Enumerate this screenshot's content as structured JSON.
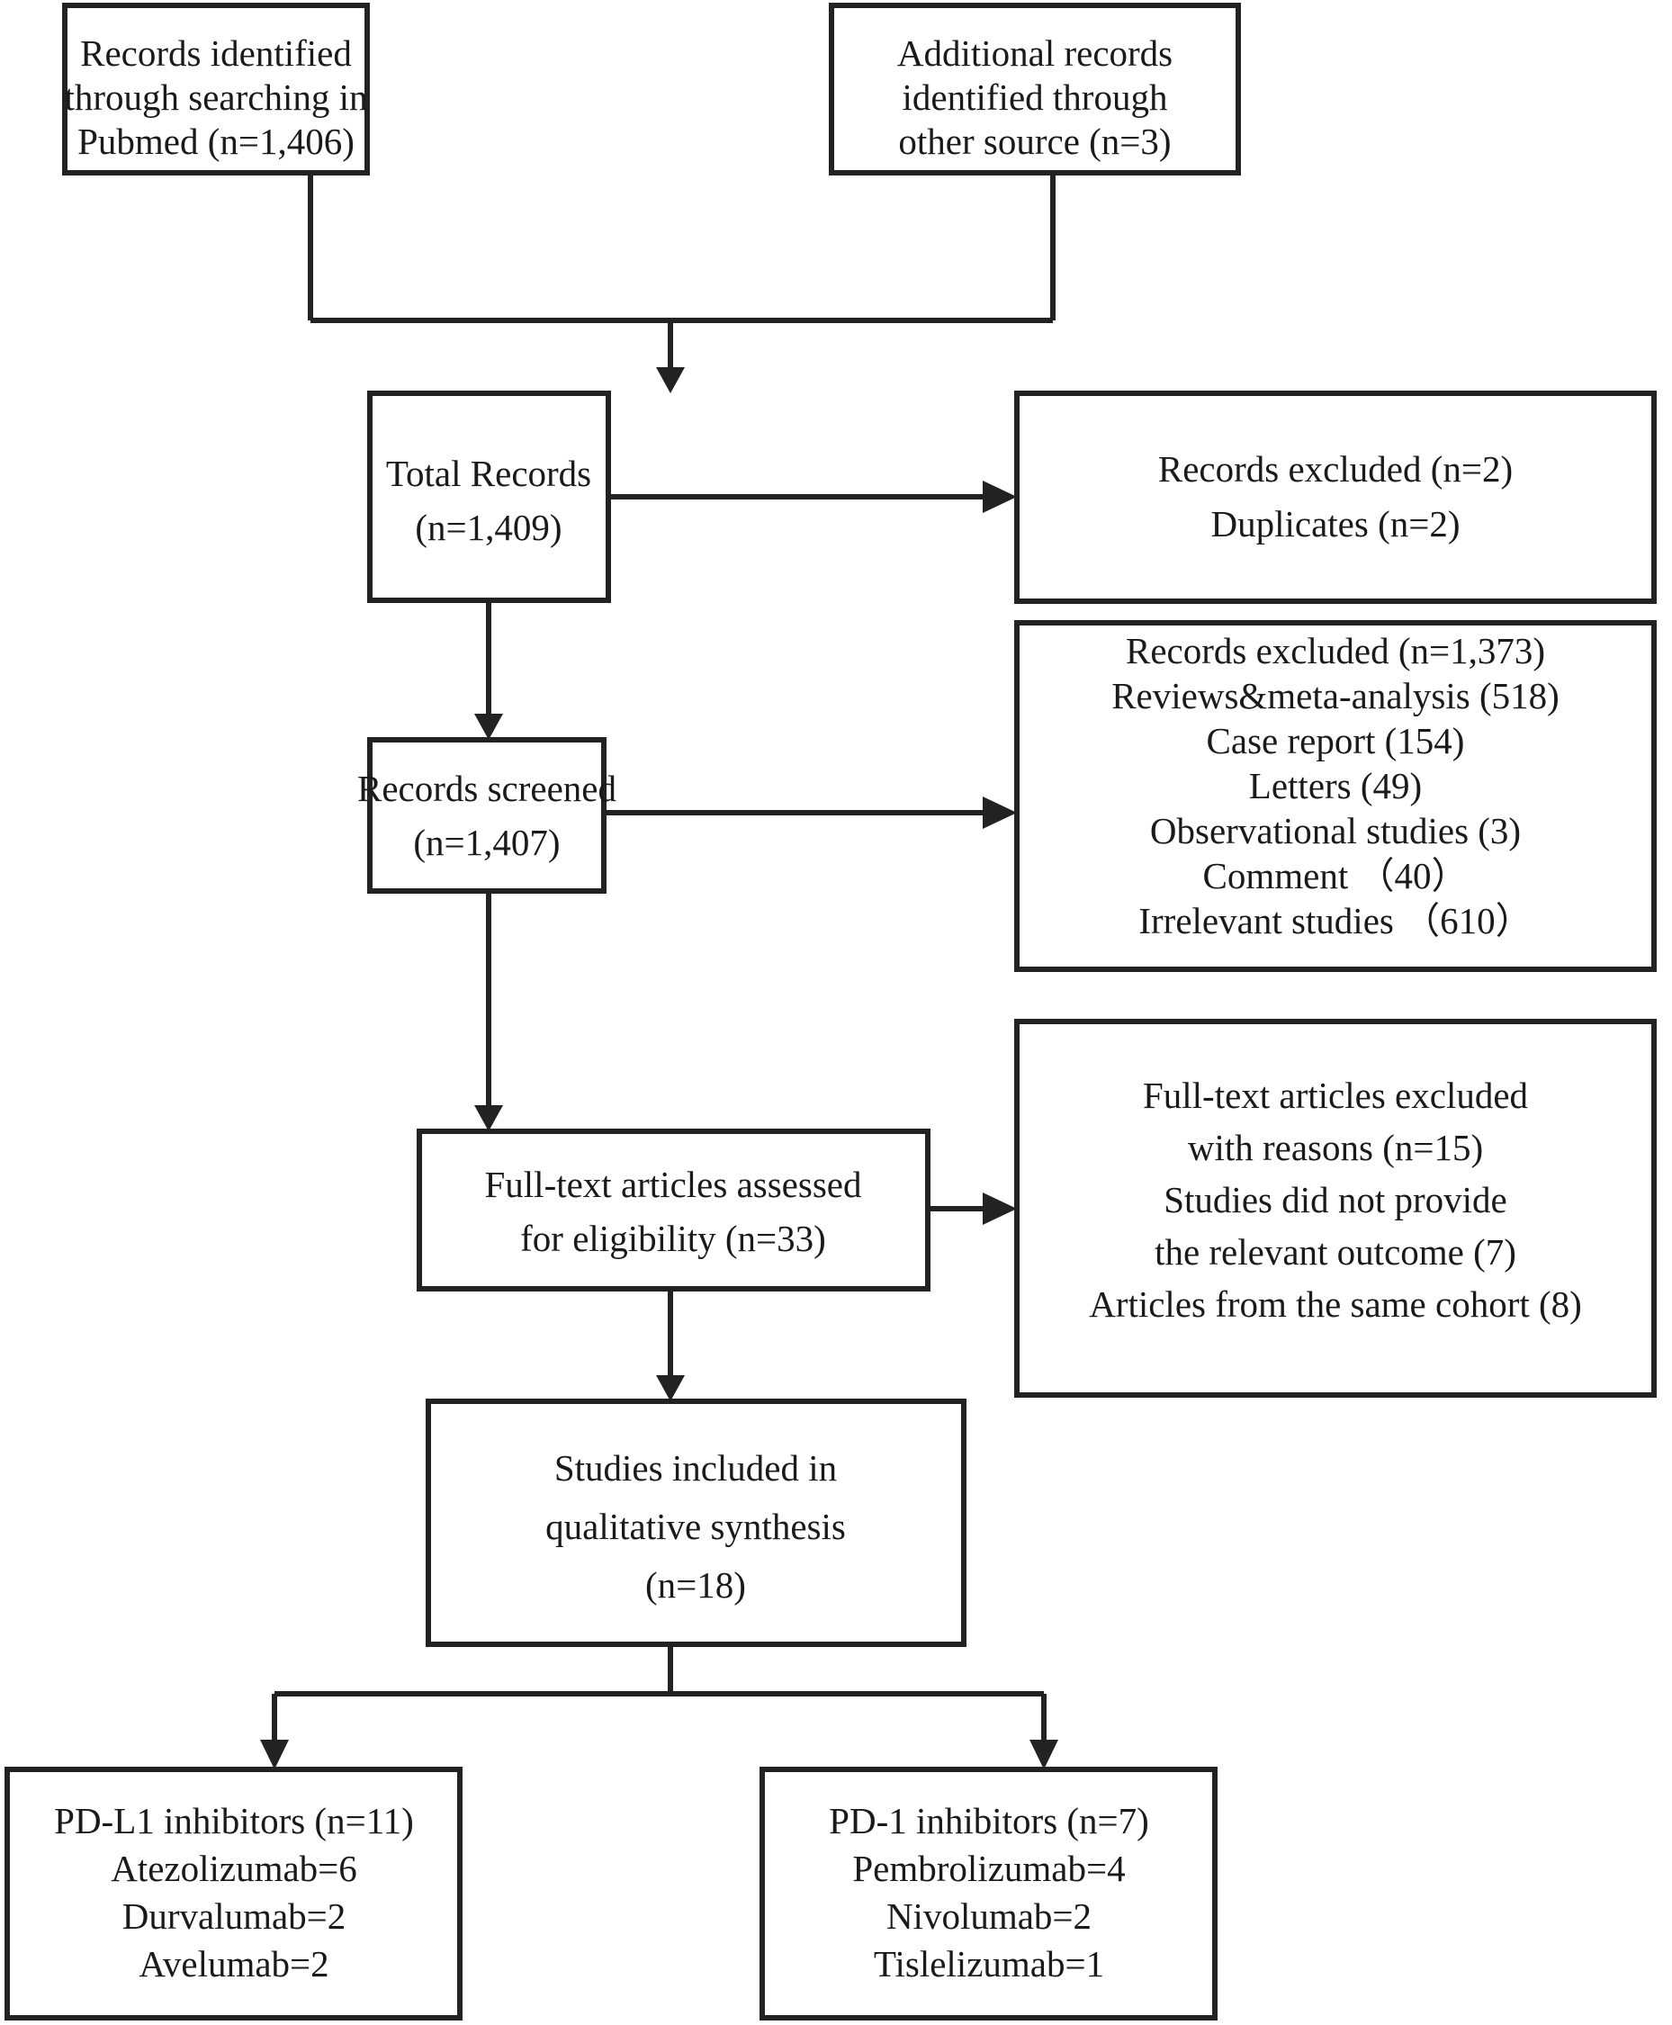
{
  "diagram": {
    "title": "PRISMA study selection flow diagram",
    "type": "flowchart",
    "colors": {
      "box_border": "#222222",
      "box_fill": "#ffffff",
      "text": "#1a1a1a",
      "connector": "#222222"
    },
    "nodes": {
      "records_identified": {
        "name": "records-identified-pubmed",
        "lines": [
          "Records identified",
          "through searching in",
          "Pubmed (n=1,406)"
        ]
      },
      "additional_records": {
        "name": "additional-records-other-source",
        "lines": [
          "Additional records",
          "identified through",
          "other source (n=3)"
        ]
      },
      "total_records": {
        "name": "total-records",
        "lines": [
          "Total Records",
          "(n=1,409)"
        ]
      },
      "records_excluded_duplicates": {
        "name": "records-excluded-duplicates",
        "lines": [
          "Records excluded (n=2)",
          "Duplicates (n=2)"
        ]
      },
      "records_screened": {
        "name": "records-screened",
        "lines": [
          "Records screened",
          "(n=1,407)"
        ]
      },
      "records_excluded_reasons": {
        "name": "records-excluded-screening",
        "lines": [
          "Records excluded (n=1,373)",
          "Reviews&meta-analysis (518)",
          "Case report (154)",
          "Letters (49)",
          "Observational studies (3)",
          "Comment （40）",
          "Irrelevant studies （610）"
        ]
      },
      "fulltext_assessed": {
        "name": "full-text-articles-assessed",
        "lines": [
          "Full-text articles assessed",
          "for eligibility (n=33)"
        ]
      },
      "fulltext_excluded": {
        "name": "full-text-articles-excluded",
        "lines": [
          "Full-text articles excluded",
          "with reasons (n=15)",
          "Studies did not provide",
          "the  relevant outcome (7)",
          "Articles from the same cohort (8)"
        ]
      },
      "studies_included": {
        "name": "studies-included-qualitative-synthesis",
        "lines": [
          "Studies included in",
          "qualitative synthesis",
          "(n=18)"
        ]
      },
      "pdl1_inhibitors": {
        "name": "pdl1-inhibitors-group",
        "lines": [
          "PD-L1 inhibitors (n=11)",
          "Atezolizumab=6",
          "Durvalumab=2",
          "Avelumab=2"
        ]
      },
      "pd1_inhibitors": {
        "name": "pd1-inhibitors-group",
        "lines": [
          "PD-1 inhibitors (n=7)",
          "Pembrolizumab=4",
          "Nivolumab=2",
          "Tislelizumab=1"
        ]
      }
    }
  }
}
